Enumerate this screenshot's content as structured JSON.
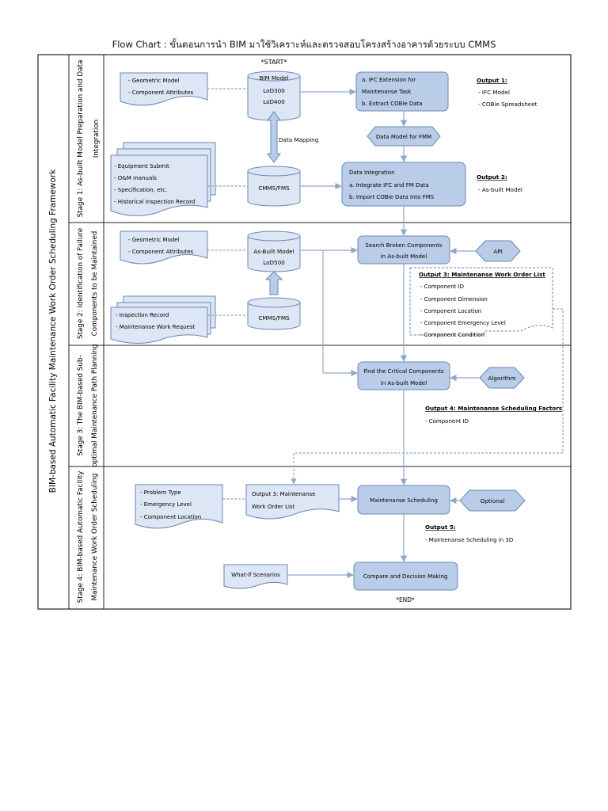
{
  "title": "Flow Chart : ขั้นตอนการนำ BIM มาใช้วิเคราะห์และตรวจสอบโครงสร้างอาคารด้วยระบบ CMMS",
  "framework_label": "BIM-based Automatic Facility Maintenance Work Order Scheduling Framework",
  "stages": [
    {
      "label_lines": [
        "Stage 1: As-built Model Preparation and Data",
        "Integration"
      ]
    },
    {
      "label_lines": [
        "Stage 2: Identification of Failure",
        "Components to be Maintained"
      ]
    },
    {
      "label_lines": [
        "Stage 3: The BIM-based Sub-",
        "optimal Maintenance Path Planning"
      ]
    },
    {
      "label_lines": [
        "Stage 4: BIM-based Automatic Facility",
        "Maintenance Work Order Scheduling"
      ]
    }
  ],
  "start_label": "*START*",
  "end_label": "*END*",
  "stage1": {
    "doc1": [
      "- Geometric Model",
      "- Component Attributes"
    ],
    "bim_model": [
      "BIM Model",
      "LoD300",
      "LoD400"
    ],
    "ifc": [
      "a. IFC Extension for",
      "Maintenanse Task",
      "b. Extract COBie Data"
    ],
    "output1_title": "Output 1:",
    "output1_items": [
      "- IFC Model",
      "- COBie Spreadsheet"
    ],
    "data_mapping": "Data Mapping",
    "data_model": "Data Model for FMM",
    "doc2": [
      "- Equipment Submit",
      "- O&M manuals",
      "- Specification, etc.",
      "- Historical Inspection Record"
    ],
    "cmms": "CMMS/FMS",
    "integration": [
      "Data Integration",
      "a. Integrate IFC and FM Data",
      "b. Import COBie Data Into FMS"
    ],
    "output2_title": "Output 2:",
    "output2_items": [
      "- As-built Model"
    ]
  },
  "stage2": {
    "doc1": [
      "- Geometric Model",
      "- Component Attributes"
    ],
    "asbuilt": [
      "As-Built Model",
      "LoD500"
    ],
    "search": [
      "Search Broken Components",
      "in As-built Model"
    ],
    "api": "API",
    "doc2": [
      "- Inspection Record",
      "- Maintenanse Work Request"
    ],
    "cmms": "CMMS/FMS",
    "output3_title": "Output 3: Maintenanse Work Order List",
    "output3_items": [
      "- Component ID",
      "- Component Dimension",
      "- Component Location",
      "- Component Emergency Level",
      "- Component Condition"
    ]
  },
  "stage3": {
    "find": [
      "Find the Critical Components",
      "in As-built Model"
    ],
    "algorithm": "Algorithm",
    "output4_title": "Output 4: Maintenanse Scheduling Factors",
    "output4_items": [
      "- Component ID"
    ]
  },
  "stage4": {
    "doc": [
      "- Problem Type",
      "- Emergency Level",
      "- Component Location"
    ],
    "output3_box": [
      "Output 3: Maintenanse",
      "Work Order List"
    ],
    "scheduling": "Maintenanse Scheduling",
    "optional": "Optional",
    "output5_title": "Output 5:",
    "output5_items": [
      "- Maintenanse Scheduling in 3D"
    ],
    "whatif": "What-if Scenarios",
    "compare": "Compare and Decision Making"
  }
}
